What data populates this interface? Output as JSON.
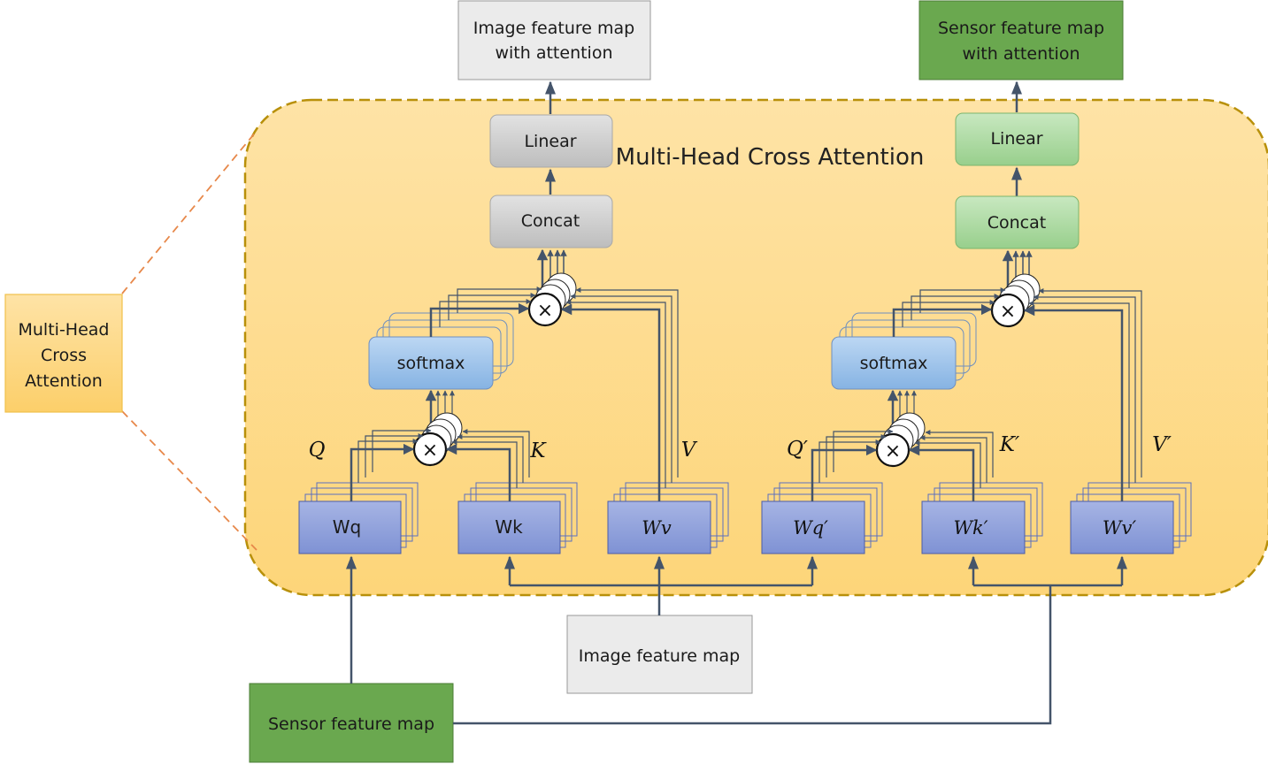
{
  "title": "Multi-Head Cross Attention",
  "side_box": {
    "lines": [
      "Multi-Head",
      "Cross",
      "Attention"
    ]
  },
  "inputs": {
    "image": "Image feature map",
    "sensor": "Sensor feature map"
  },
  "outputs": {
    "image": [
      "Image feature map",
      "with attention"
    ],
    "sensor": [
      "Sensor feature map",
      "with attention"
    ]
  },
  "left_branch": {
    "linear": "Linear",
    "concat": "Concat",
    "softmax": "softmax",
    "multiply_symbol": "×",
    "weights": {
      "q": "Wq",
      "k": "Wk",
      "v": "Wv"
    },
    "labels": {
      "q": "Q",
      "k": "K",
      "v": "V"
    }
  },
  "right_branch": {
    "linear": "Linear",
    "concat": "Concat",
    "softmax": "softmax",
    "multiply_symbol": "×",
    "weights": {
      "q": "Wq′",
      "k": "Wk′",
      "v": "Wv′"
    },
    "labels": {
      "q": "Q′",
      "k": "K′",
      "v": "V′"
    }
  },
  "colors": {
    "attention_region": "#fdd888",
    "attention_border": "#b8900a",
    "weight_box": "#8fa0dc",
    "softmax_box": "#9cc3ea",
    "gray_box": "#d0d0d0",
    "green_box": "#a8d8a0",
    "sensor_green": "#6aa84f",
    "arrow": "#44546a"
  }
}
